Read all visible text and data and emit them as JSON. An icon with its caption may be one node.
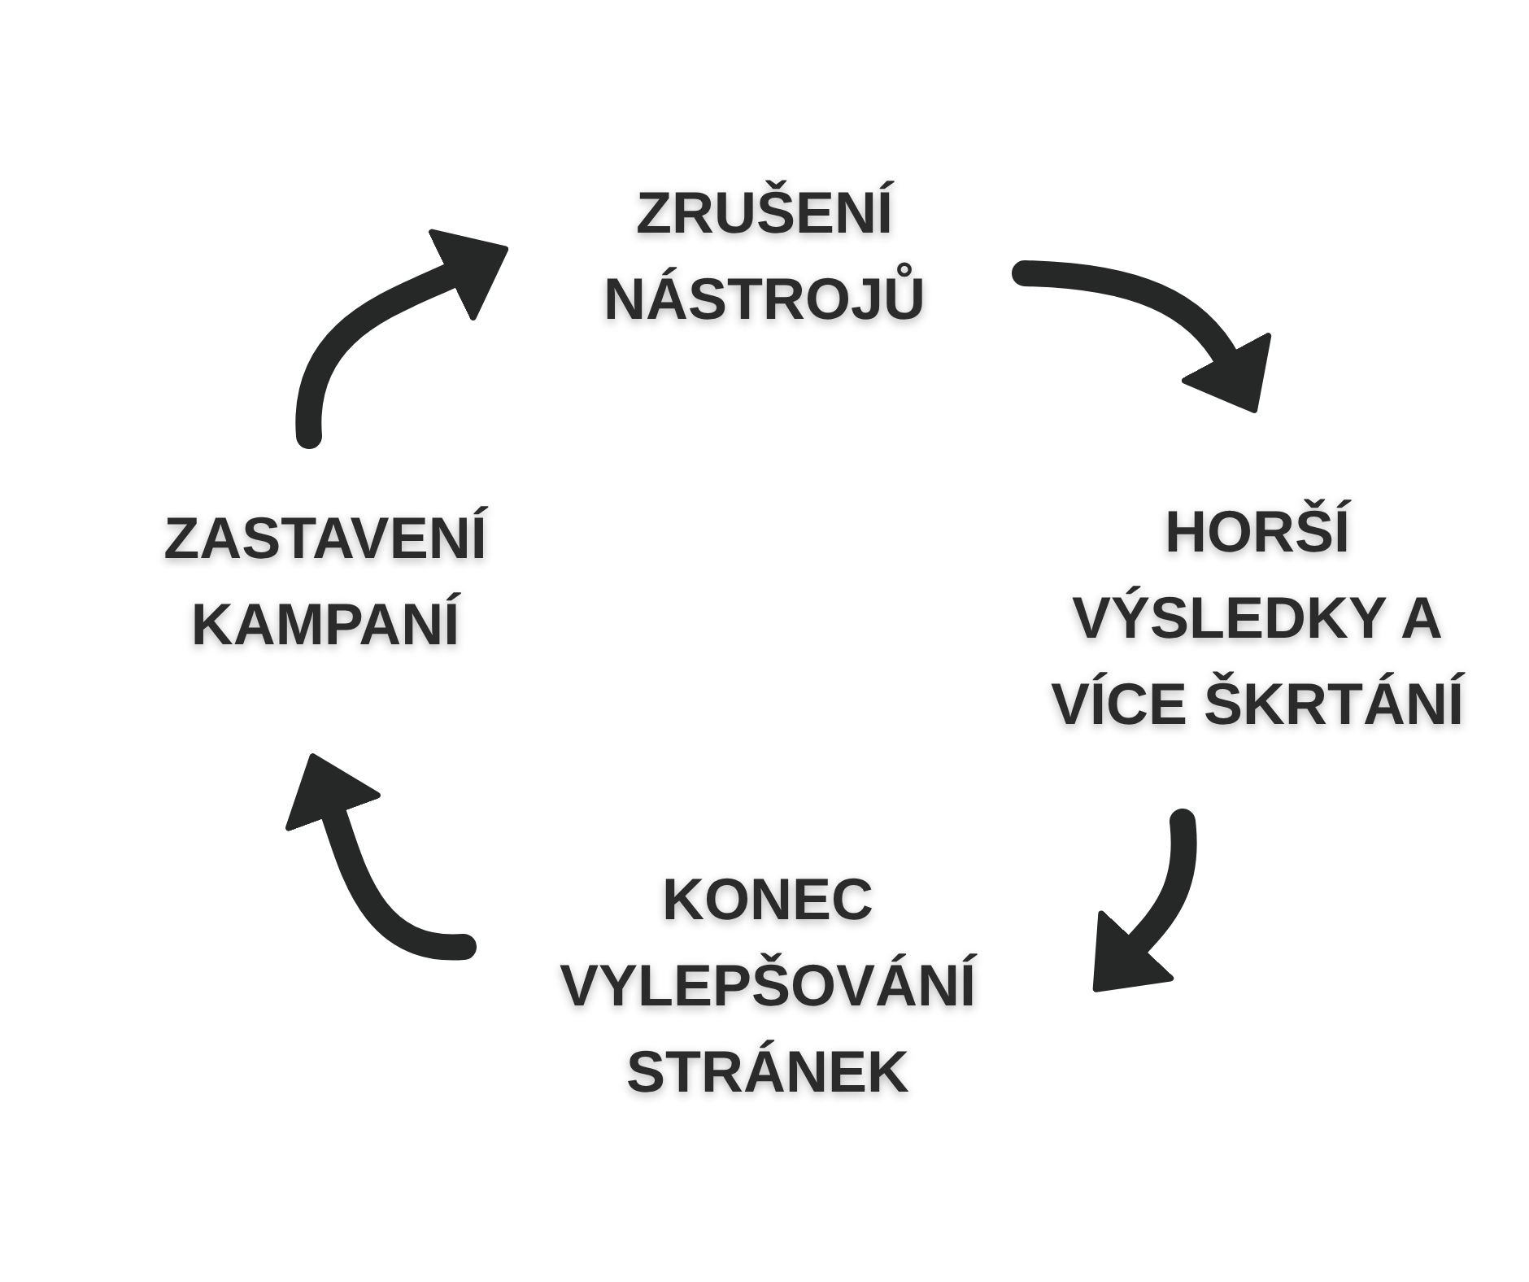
{
  "diagram": {
    "nodes": [
      {
        "text": [
          "ZRUŠENÍ NÁSTROJŮ"
        ]
      },
      {
        "text": [
          "HORŠÍ VÝSLEDKY A VÍCE ŠKRTÁNÍ"
        ]
      },
      {
        "text": [
          "KONEC VYLEPŠOVÁNÍ STRÁNEK"
        ]
      },
      {
        "text": [
          "ZASTAVENÍ KAMPANÍ"
        ]
      }
    ],
    "edges": [
      {
        "from": 0,
        "to": 1,
        "arrow": "to"
      },
      {
        "from": 1,
        "to": 2,
        "arrow": "to"
      },
      {
        "from": 2,
        "to": 3,
        "arrow": "to"
      },
      {
        "from": 3,
        "to": 0,
        "arrow": "to"
      }
    ]
  }
}
